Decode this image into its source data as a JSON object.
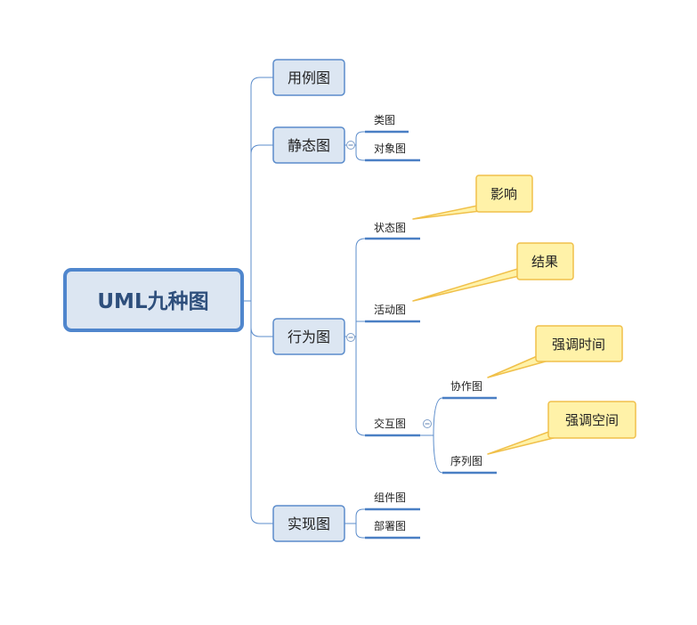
{
  "root": {
    "label": "UML九种图"
  },
  "branches": [
    {
      "id": "usecase",
      "label": "用例图",
      "children": []
    },
    {
      "id": "static",
      "label": "静态图",
      "children": [
        {
          "label": "类图"
        },
        {
          "label": "对象图"
        }
      ]
    },
    {
      "id": "behavior",
      "label": "行为图",
      "children": [
        {
          "label": "状态图",
          "callout": "影响"
        },
        {
          "label": "活动图",
          "callout": "结果"
        },
        {
          "label": "交互图",
          "children": [
            {
              "label": "协作图",
              "callout": "强调时间"
            },
            {
              "label": "序列图",
              "callout": "强调空间"
            }
          ]
        }
      ]
    },
    {
      "id": "impl",
      "label": "实现图",
      "children": [
        {
          "label": "组件图"
        },
        {
          "label": "部署图"
        }
      ]
    }
  ],
  "colors": {
    "line": "#5b8ccb",
    "topic_fill": "#dce6f2",
    "topic_border": "#5b8ccb",
    "root_fill": "#dce6f2",
    "root_border": "#4f86cd",
    "root_text": "#2e4f7c",
    "callout_fill": "#fff2a8",
    "callout_border": "#f0c04a",
    "text": "#222222"
  }
}
